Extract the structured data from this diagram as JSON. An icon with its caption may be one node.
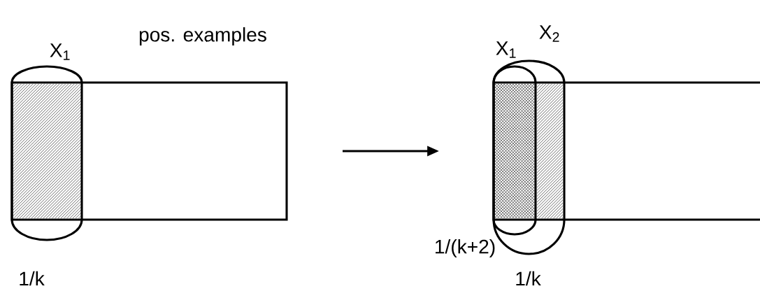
{
  "diagram": {
    "nodes": [
      {
        "text": [],
        "shape": "box"
      },
      {
        "text": [],
        "shape": "box"
      }
    ],
    "labels": [
      "pos. examples",
      "X$_{1}$",
      "1/k",
      "X$_{1}$",
      "X$_{2}$",
      "1/(k+2)",
      "1/k"
    ]
  }
}
